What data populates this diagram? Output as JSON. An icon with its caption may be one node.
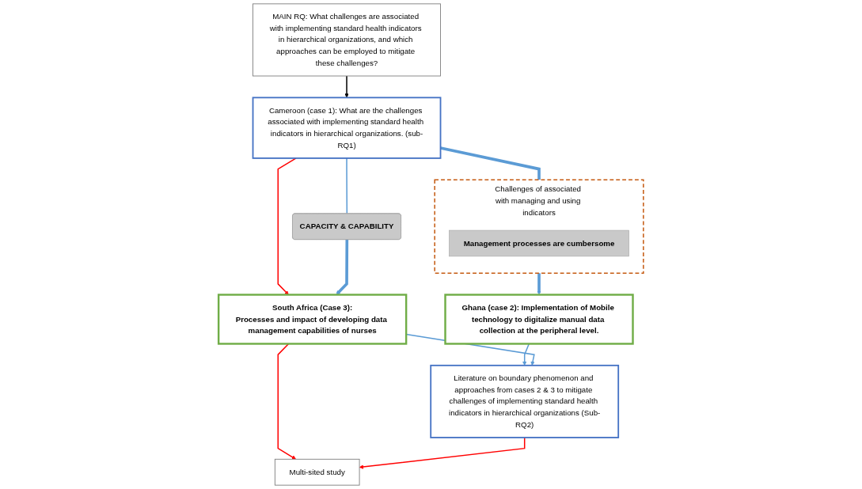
{
  "diagram": {
    "nodes": [
      {
        "text": [
          "MAIN RQ: What challenges are associated with implementing standard health indicators in hierarchical organizations, and which approaches can be employed to mitigate these challenges?"
        ]
      },
      {
        "text": [
          "Cameroon (case 1): What are the challenges associated with implementing standard health indicators in hierarchical organizations. (sub-RQ1)"
        ]
      },
      {
        "text": [
          "Challenges of associated with managing and using indicators"
        ]
      },
      {
        "text": [
          "Management processes are cumbersome"
        ],
        "in": 2
      },
      {
        "text": [
          "CAPACITY & CAPABILITY"
        ]
      },
      {
        "text": [
          "South Africa (Case 3):",
          "Processes and impact of developing data management capabilities of nurses"
        ]
      },
      {
        "text": [
          "Ghana (case 2): Implementation of Mobile technology to digitalize manual data collection at the peripheral level."
        ]
      },
      {
        "text": [
          "Literature on boundary phenomenon and approaches from cases 2 & 3 to mitigate challenges of implementing standard health indicators in hierarchical organizations (Sub-RQ2)"
        ]
      },
      {
        "text": [
          "Multi-sited study"
        ]
      }
    ],
    "edges": [
      {
        "from": 0,
        "to": 1,
        "arrow": "to",
        "color": "#000000"
      },
      {
        "from": 1,
        "to": 2,
        "arrow": "none",
        "style": "thick"
      },
      {
        "from": 1,
        "to": 4,
        "arrow": "none"
      },
      {
        "from": 1,
        "to": 5,
        "arrow": "to",
        "color": "#ff0000"
      },
      {
        "from": 4,
        "to": 5,
        "arrow": "to",
        "style": "thick"
      },
      {
        "from": 2,
        "to": 6,
        "arrow": "to",
        "style": "thick"
      },
      {
        "from": 6,
        "to": 7,
        "arrow": "to"
      },
      {
        "from": 5,
        "to": 7,
        "arrow": "to"
      },
      {
        "from": 5,
        "to": 8,
        "arrow": "to",
        "color": "#ff0000"
      },
      {
        "from": 7,
        "to": 8,
        "arrow": "to",
        "color": "#ff0000"
      }
    ]
  }
}
